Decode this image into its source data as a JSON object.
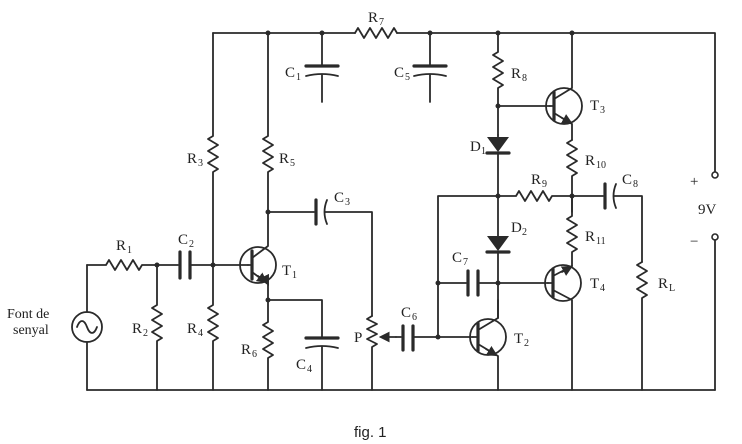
{
  "diagram": {
    "caption": "fig. 1",
    "supply": {
      "voltage": "9V",
      "positive": "+",
      "negative": "−"
    },
    "source": {
      "line1": "Font de",
      "line2": "senyal"
    },
    "labels": {
      "R1": "R",
      "R1s": "1",
      "R2": "R",
      "R2s": "2",
      "R3": "R",
      "R3s": "3",
      "R4": "R",
      "R4s": "4",
      "R5": "R",
      "R5s": "5",
      "R6": "R",
      "R6s": "6",
      "R7": "R",
      "R7s": "7",
      "R8": "R",
      "R8s": "8",
      "R9": "R",
      "R9s": "9",
      "R10": "R",
      "R10s": "10",
      "R11": "R",
      "R11s": "11",
      "RL": "R",
      "RLs": "L",
      "C1": "C",
      "C1s": "1",
      "C2": "C",
      "C2s": "2",
      "C3": "C",
      "C3s": "3",
      "C4": "C",
      "C4s": "4",
      "C5": "C",
      "C5s": "5",
      "C6": "C",
      "C6s": "6",
      "C7": "C",
      "C7s": "7",
      "C8": "C",
      "C8s": "8",
      "D1": "D",
      "D1s": "1",
      "D2": "D",
      "D2s": "2",
      "T1": "T",
      "T1s": "1",
      "T2": "T",
      "T2s": "2",
      "T3": "T",
      "T3s": "3",
      "T4": "T",
      "T4s": "4",
      "P": "P"
    },
    "colors": {
      "ink": "#2a2a2a",
      "background": "#ffffff"
    }
  }
}
